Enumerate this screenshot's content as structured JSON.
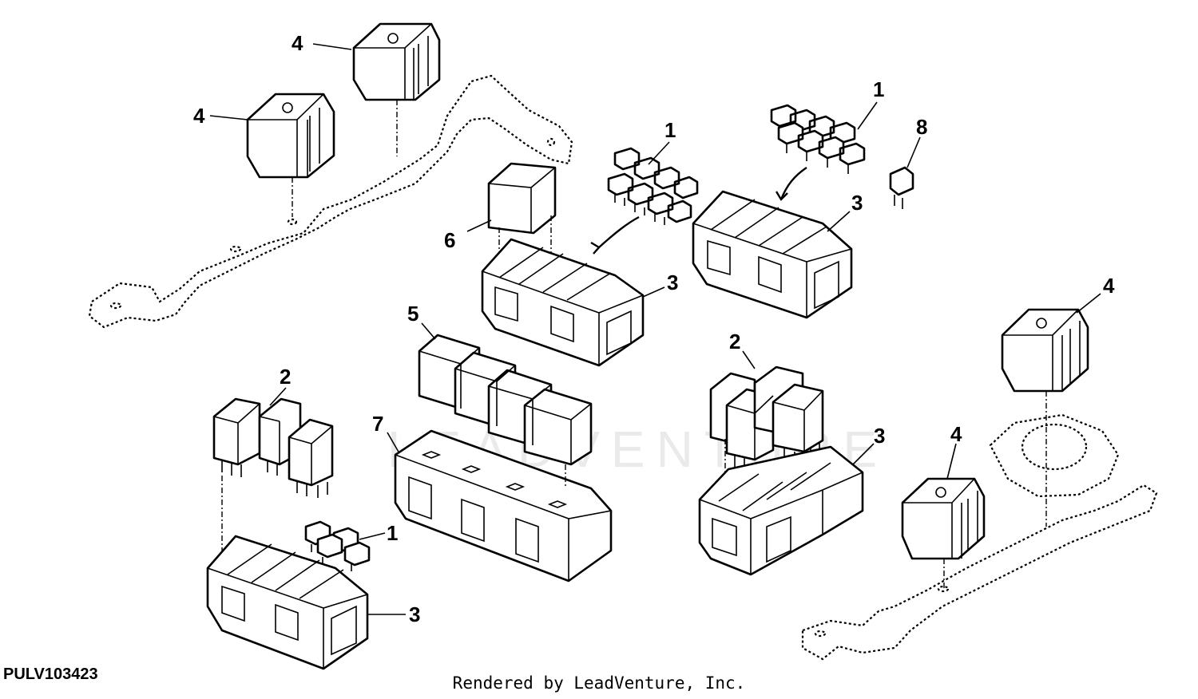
{
  "drawing_id": "PULV103423",
  "credit": "Rendered by LeadVenture, Inc.",
  "watermark": "LEADVENTURE",
  "callouts": {
    "c1": "4",
    "c2": "4",
    "c3": "1",
    "c4": "1",
    "c5": "8",
    "c6": "6",
    "c7": "3",
    "c8": "3",
    "c9": "4",
    "c10": "5",
    "c11": "2",
    "c12": "7",
    "c13": "2",
    "c14": "3",
    "c15": "4",
    "c16": "1",
    "c17": "3"
  }
}
